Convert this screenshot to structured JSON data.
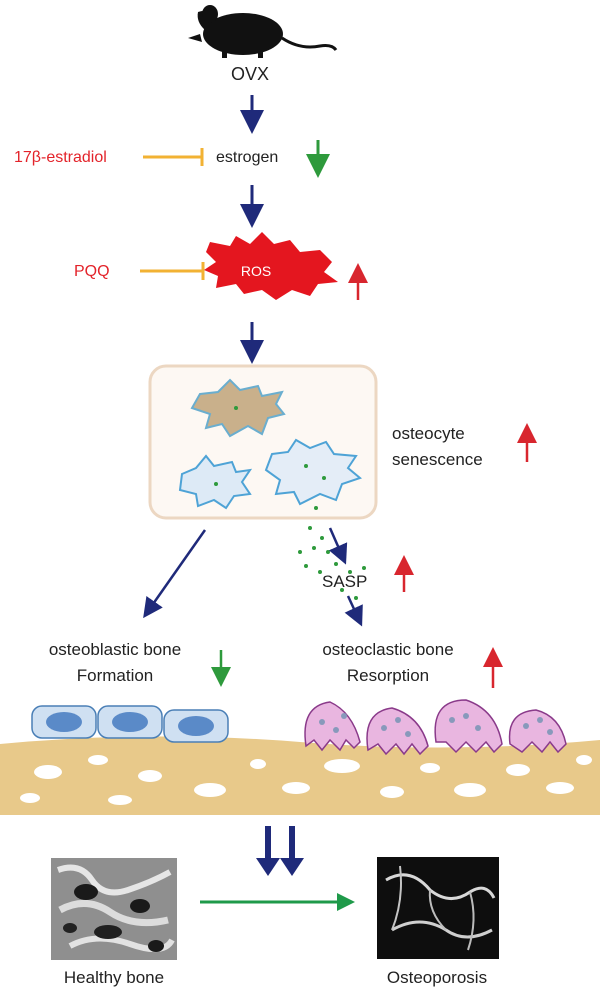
{
  "labels": {
    "ovx": "OVX",
    "estrogen": "estrogen",
    "estradiol": "17β-estradiol",
    "pqq": "PQQ",
    "ros": "ROS",
    "osteocyte_line1": "osteocyte",
    "osteocyte_line2": "senescence",
    "sasp": "SASP",
    "osteoblastic_line1": "osteoblastic bone",
    "osteoblastic_line2": "Formation",
    "osteoclastic_line1": "osteoclastic bone",
    "osteoclastic_line2": "Resorption",
    "healthy": "Healthy bone",
    "osteoporosis": "Osteoporosis"
  },
  "colors": {
    "pathway_arrow": "#1f2a7a",
    "increase_arrow": "#d8262e",
    "decrease_arrow": "#2e9a3c",
    "inhibitor": "#f2b233",
    "inhibitor_text": "#e3232a",
    "ros_fill": "#e4161f",
    "bone": "#e8c98a",
    "osteoblast": "#cfe0f2",
    "osteoclast": "#e9b6e0",
    "transition_arrow": "#1f9a4a"
  },
  "icons": {
    "mouse": "mouse-icon",
    "ros": "ros-burst-icon",
    "cell": "senescent-cell-icon"
  }
}
